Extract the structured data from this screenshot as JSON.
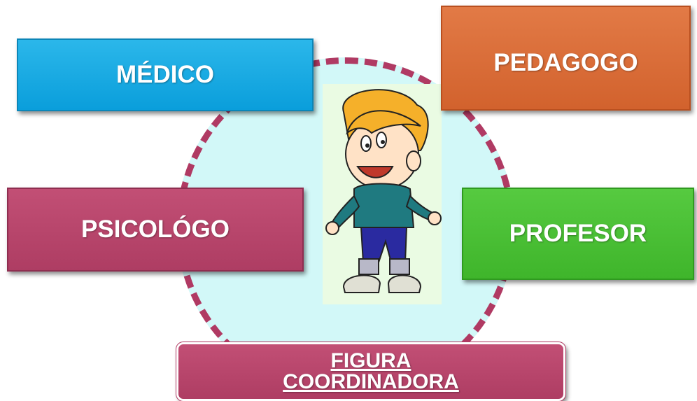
{
  "boxes": {
    "medico": "MÉDICO",
    "pedagogo": "PEDAGOGO",
    "psicologo": "PSICOLÓGO",
    "profesor": "PROFESOR",
    "figura": "FIGURA COORDINADORA"
  },
  "colors": {
    "medico": "#0a9edb",
    "pedagogo": "#d2622d",
    "psicologo": "#ae3d63",
    "profesor": "#3fb52b",
    "circle_fill": "#d2f8f8",
    "circle_dash": "#b03a63"
  }
}
